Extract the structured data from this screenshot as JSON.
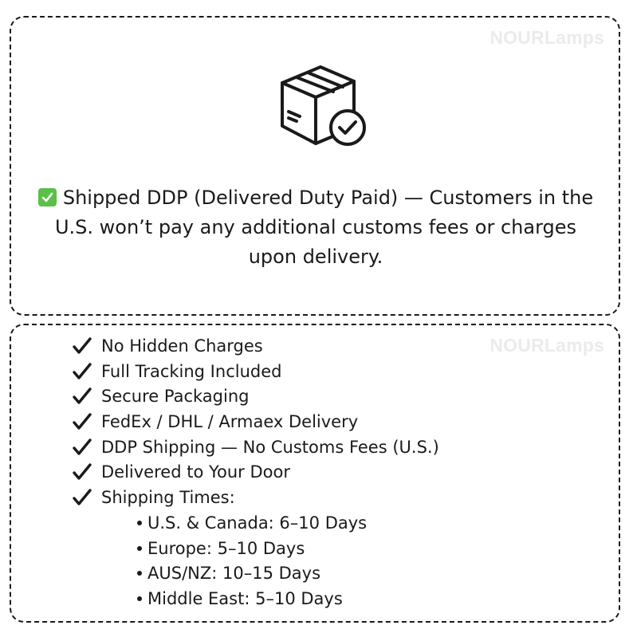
{
  "brand": {
    "watermark": "NOURLamps"
  },
  "top_card": {
    "icon": "box-check-icon",
    "message": "Shipped DDP (Delivered Duty Paid) — Customers in the U.S. won’t pay any additional customs fees or charges upon delivery.",
    "message_icon": "green-checkbox-icon"
  },
  "bottom_card": {
    "features": [
      "No Hidden Charges",
      "Full Tracking Included",
      "Secure Packaging",
      "FedEx / DHL / Armaex Delivery",
      "DDP Shipping — No Customs Fees (U.S.)",
      "Delivered to Your Door",
      "Shipping Times:"
    ],
    "shipping_times": [
      "U.S. & Canada: 6–10 Days",
      "Europe: 5–10 Days",
      "AUS/NZ: 10–15 Days",
      "Middle East: 5–10 Days"
    ]
  },
  "colors": {
    "accent_green": "#5cbf4a",
    "text": "#1a1a1a",
    "border": "#1a1a1a"
  }
}
